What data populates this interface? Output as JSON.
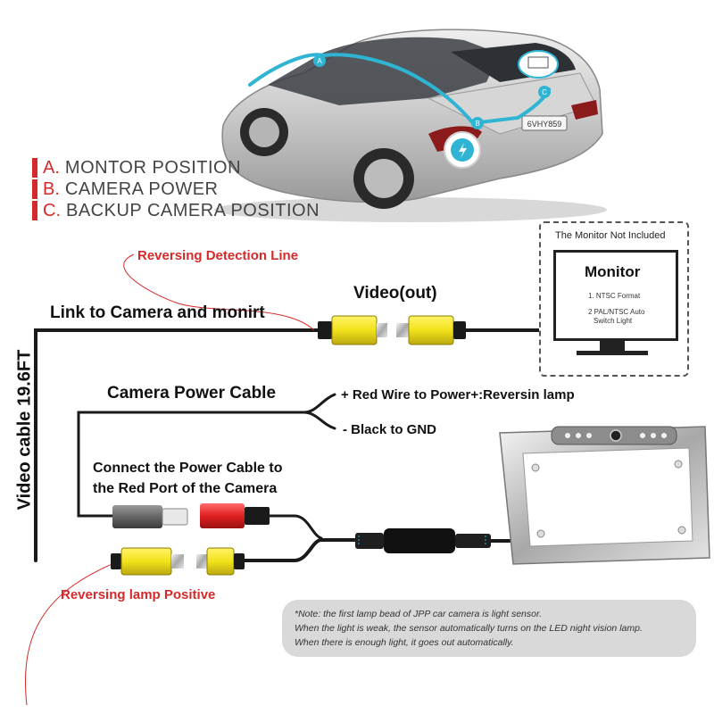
{
  "car": {
    "plate": "6VHY859",
    "markers": [
      "A",
      "B",
      "C"
    ]
  },
  "legend": [
    {
      "letter": "A.",
      "text": "MONTOR POSITION"
    },
    {
      "letter": "B.",
      "text": "CAMERA POWER"
    },
    {
      "letter": "C.",
      "text": "BACKUP CAMERA POSITION"
    }
  ],
  "labels": {
    "reversing_detection": "Reversing Detection Line",
    "link_camera": "Link to Camera and monirt",
    "video_out": "Video(out)",
    "camera_power_cable": "Camera Power Cable",
    "red_wire": "+ Red Wire to Power+:Reversin lamp",
    "black_gnd": "- Black to GND",
    "connect_line1": "Connect the Power Cable to",
    "connect_line2": "the Red Port of the Camera",
    "video_cable": "Video cable 19.6FT",
    "reversing_lamp": "Reversing lamp Positive"
  },
  "monitor": {
    "not_included": "The Monitor Not Included",
    "title": "Monitor",
    "spec1": "1. NTSC Format",
    "spec2a": "2 PAL/NTSC Auto",
    "spec2b": "Switch Light"
  },
  "note": [
    "*Note: the first lamp bead of JPP car camera is light sensor.",
    "When the light is weak, the sensor automatically turns on the LED night vision lamp.",
    "When there is enough light, it goes out automatically."
  ],
  "colors": {
    "accent_red": "#d42a2a",
    "rca_yellow": "#f2e21a",
    "rca_red": "#e02020",
    "cable": "#1a1a1a",
    "car_cyan": "#2fb5d3"
  }
}
